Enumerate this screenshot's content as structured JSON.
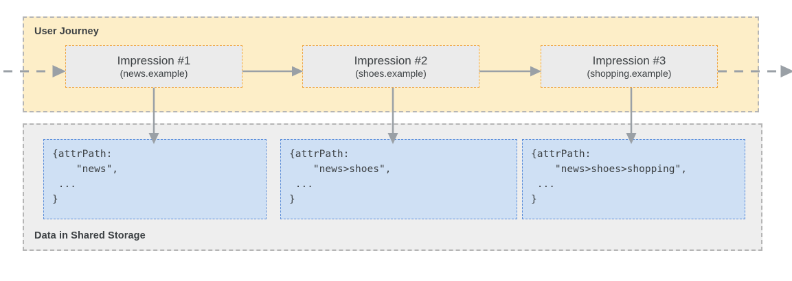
{
  "diagram": {
    "regions": {
      "journey": {
        "label": "User Journey",
        "fill": "#fdeec8",
        "border": "#b5b5b5"
      },
      "storage": {
        "label": "Data in Shared Storage",
        "fill": "#eeeeee",
        "border": "#b5b5b5"
      }
    },
    "impressions": [
      {
        "title": "Impression #1",
        "host": "(news.example)"
      },
      {
        "title": "Impression #2",
        "host": "(shoes.example)"
      },
      {
        "title": "Impression #3",
        "host": "(shopping.example)"
      }
    ],
    "storage_entries": [
      {
        "code": "{attrPath:\n    \"news\",\n ...\n}"
      },
      {
        "code": "{attrPath:\n    \"news>shoes\",\n ...\n}"
      },
      {
        "code": "{attrPath:\n    \"news>shoes>shopping\",\n ...\n}"
      }
    ],
    "colors": {
      "impression_fill": "#ebebeb",
      "impression_border": "#f0a641",
      "storage_box_fill": "#cfe0f4",
      "storage_box_border": "#5b8dd9",
      "arrow": "#9aa0a6",
      "text": "#3c4043"
    },
    "arrows": {
      "entry": "dashed-right",
      "exit": "dashed-right",
      "between_impressions": "solid-right",
      "impression_to_storage": "solid-down"
    }
  }
}
